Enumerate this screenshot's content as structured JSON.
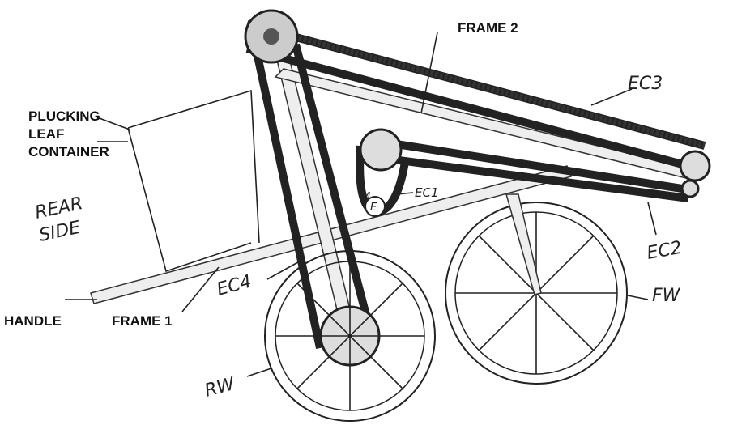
{
  "labels": {
    "frame2": "FRAME 2",
    "ec3": "EC3",
    "container_line1": "PLUCKING",
    "container_line2": "LEAF",
    "container_line3": "CONTAINER",
    "rear_line1": "REAR",
    "rear_line2": "SIDE",
    "motor": "M",
    "engine": "E",
    "ec1": "EC1",
    "ec2": "EC2",
    "handle": "HANDLE",
    "frame1": "FRAME 1",
    "ec4": "EC4",
    "fw": "FW",
    "rw": "RW"
  }
}
